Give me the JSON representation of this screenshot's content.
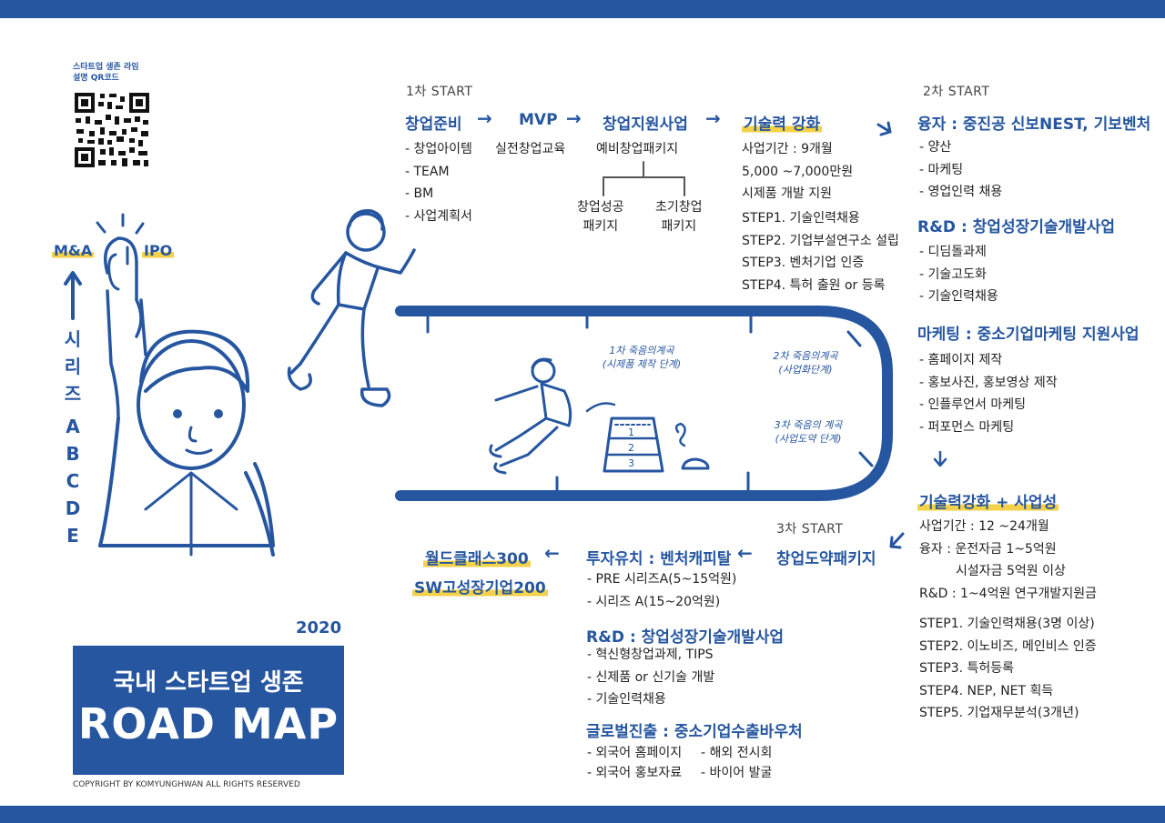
{
  "qr": {
    "label_line1": "스타트업 생존 라임",
    "label_line2": "설명 QR코드"
  },
  "series": {
    "mna": "M&A",
    "ipo": "IPO",
    "chars": [
      "시",
      "리",
      "즈",
      "A",
      "B",
      "C",
      "D",
      "E"
    ]
  },
  "stage1": {
    "start": "1차 START",
    "h_prep": "창업준비",
    "prep_items": [
      "- 창업아이템",
      "- TEAM",
      "- BM",
      "- 사업계획서"
    ],
    "h_mvp": "MVP",
    "mvp_item": "실전창업교육",
    "h_support": "창업지원사업",
    "support_item": "예비창업패키지",
    "sub_a": [
      "창업성공",
      "패키지"
    ],
    "sub_b": [
      "초기창업",
      "패키지"
    ]
  },
  "tech": {
    "head": "기술력 강화",
    "lines": [
      "사업기간 : 9개월",
      "5,000 ~7,000만원",
      "시제품 개발 지원"
    ],
    "steps": [
      "STEP1. 기술인력채용",
      "STEP2. 기업부설연구소 설립",
      "STEP3. 벤처기업 인증",
      "STEP4. 특허 출원 or 등록"
    ]
  },
  "stage2": {
    "start": "2차 START",
    "h_fund": "융자 : 중진공 신보NEST, 기보벤처",
    "fund_items": [
      "- 양산",
      "- 마케팅",
      "- 영업인력 채용"
    ],
    "h_rnd": "R&D : 창업성장기술개발사업",
    "rnd_items": [
      "- 디딤돌과제",
      "- 기술고도화",
      "- 기술인력채용"
    ],
    "h_mkt": "마케팅 : 중소기업마케팅 지원사업",
    "mkt_items": [
      "- 홈페이지 제작",
      "- 홍보사진, 홍보영상 제작",
      "- 인플루언서 마케팅",
      "- 퍼포먼스 마케팅"
    ]
  },
  "tech2": {
    "head": "기술력강화 + 사업성",
    "lines": [
      "사업기간 : 12 ~24개월",
      "융자 : 운전자금 1~5억원",
      "시설자금 5억원 이상",
      "R&D : 1~4억원 연구개발지원금"
    ],
    "steps": [
      "STEP1. 기술인력채용(3명 이상)",
      "STEP2. 이노비즈, 메인비스 인증",
      "STEP3. 특허등록",
      "STEP4. NEP, NET 획득",
      "STEP5. 기업재무분석(3개년)"
    ]
  },
  "stage3": {
    "start": "3차 START",
    "h_leap": "창업도약패키지",
    "h_invest": "투자유치 : 벤처캐피탈",
    "invest_items": [
      "- PRE 시리즈A(5~15억원)",
      "- 시리즈 A(15~20억원)"
    ],
    "h_rnd": "R&D : 창업성장기술개발사업",
    "rnd_items": [
      "- 혁신형창업과제, TIPS",
      "- 신제품 or 신기술 개발",
      "- 기술인력채용"
    ],
    "h_global": "글로벌진출 : 중소기업수출바우처",
    "global_col1": [
      "- 외국어 홈페이지",
      "- 외국어 홍보자료"
    ],
    "global_col2": [
      "- 해외 전시회",
      "- 바이어 발굴"
    ]
  },
  "world": {
    "line1": "월드클래스300",
    "line2": "SW고성장기업200"
  },
  "valley": {
    "v1": [
      "1차 죽음의계곡",
      "(시제품 제작 단계)"
    ],
    "v2": [
      "2차 죽음의계곡",
      "(사업화단계)"
    ],
    "v3": [
      "3차 죽음의 계곡",
      "(사업도약 단계)"
    ],
    "box": [
      "1",
      "2",
      "3"
    ]
  },
  "title": {
    "year": "2020",
    "line1": "국내 스타트업 생존",
    "line2": "ROAD MAP",
    "copyright": "COPYRIGHT BY KOMYUNGHWAN ALL RIGHTS RESERVED"
  },
  "colors": {
    "primary": "#2656a0",
    "highlight": "#f3d24a"
  }
}
